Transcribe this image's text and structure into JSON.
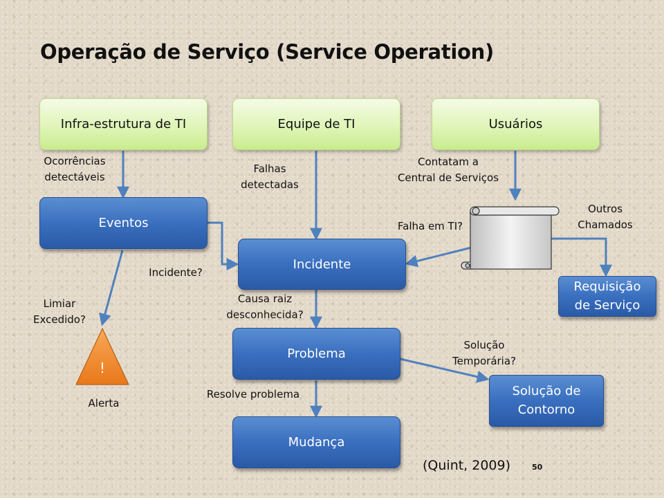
{
  "title": "Operação de Serviço (Service Operation)",
  "nodes": {
    "infra": "Infra-estrutura de TI",
    "equipe": "Equipe de TI",
    "usuarios": "Usuários",
    "eventos": "Eventos",
    "incidente": "Incidente",
    "problema": "Problema",
    "mudanca": "Mudança",
    "requisicao": "Requisição\nde Serviço",
    "solucao": "Solução de\nContorno",
    "alert_mark": "!"
  },
  "labels": {
    "ocorrencias": "Ocorrências\ndetectáveis",
    "falhas": "Falhas\ndetectadas",
    "contatam": "Contatam a\nCentral de Serviços",
    "outros": "Outros\nChamados",
    "falha_ti": "Falha em TI?",
    "incidente_q": "Incidente?",
    "limiar": "Limiar\nExcedido?",
    "causa": "Causa raiz\ndesconhecida?",
    "solucao_temp": "Solução\nTemporária?",
    "resolve": "Resolve problema",
    "alerta": "Alerta"
  },
  "citation": "(Quint, 2009)",
  "page_number": "50",
  "colors": {
    "green_fill": "#e0f5b8",
    "blue_fill": "#3a6fbf",
    "arrow": "#4f81bd",
    "alert_fill": "#f08a2e"
  }
}
